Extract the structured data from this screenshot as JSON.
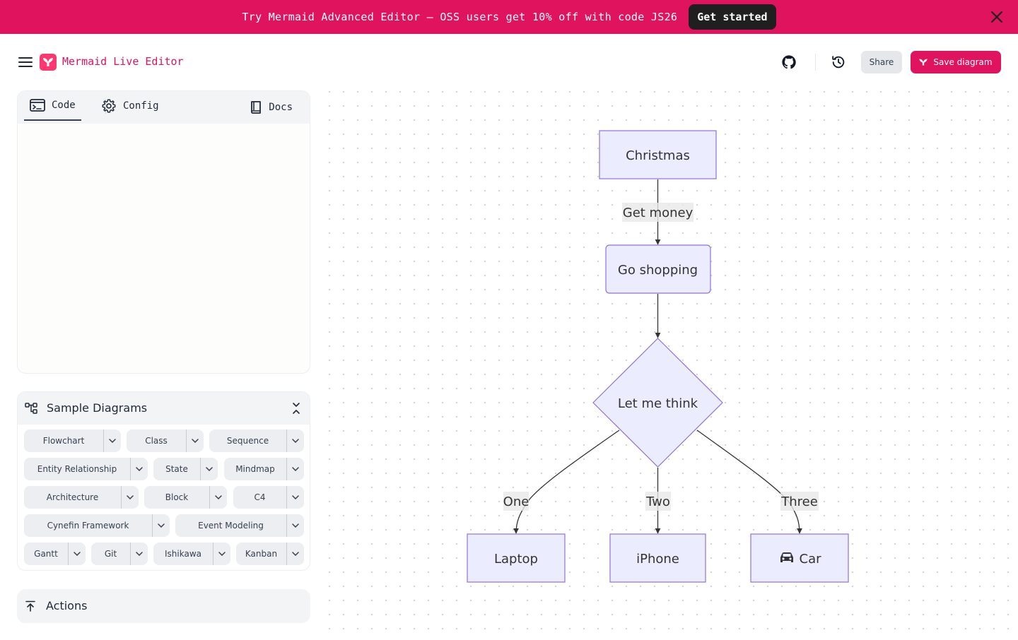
{
  "banner": {
    "text": "Try Mermaid Advanced Editor — OSS users get 10% off with code JS26",
    "cta": "Get started"
  },
  "header": {
    "title": "Mermaid Live Editor",
    "share": "Share",
    "save": "Save diagram"
  },
  "editor": {
    "tabs": {
      "code": "Code",
      "config": "Config",
      "docs": "Docs"
    }
  },
  "samples": {
    "title": "Sample Diagrams",
    "rows": [
      [
        "Flowchart",
        "Class",
        "Sequence"
      ],
      [
        "Entity Relationship",
        "State",
        "Mindmap"
      ],
      [
        "Architecture",
        "Block",
        "C4"
      ],
      [
        "Cynefin Framework",
        "Event Modeling"
      ],
      [
        "Gantt",
        "Git",
        "Ishikawa",
        "Kanban"
      ]
    ]
  },
  "actions": {
    "title": "Actions"
  },
  "diagram": {
    "nodes": {
      "christmas": "Christmas",
      "shopping": "Go shopping",
      "think": "Let me think",
      "laptop": "Laptop",
      "iphone": "iPhone",
      "car": "Car"
    },
    "edges": {
      "money": "Get money",
      "one": "One",
      "two": "Two",
      "three": "Three"
    },
    "colors": {
      "node_fill": "#ECECFF",
      "node_stroke": "#9370DB",
      "edge": "#333333",
      "label_bg": "#e8e8e8"
    }
  },
  "colors": {
    "brand": "#e0135f"
  }
}
